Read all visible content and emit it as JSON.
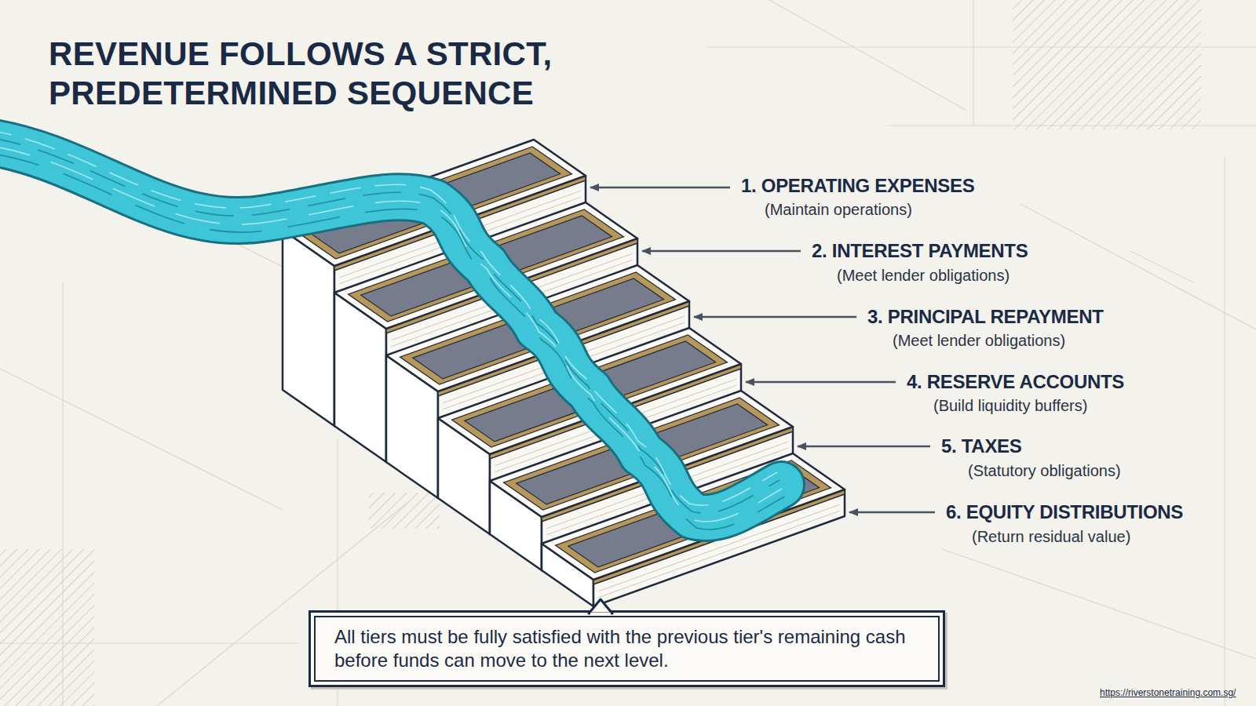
{
  "diagram": {
    "title": "REVENUE FOLLOWS A STRICT, PREDETERMINED SEQUENCE",
    "nodes": [
      {
        "text": [
          "All tiers must be fully satisfied with the previous tier's remaining cash before funds can move to the next level."
        ]
      }
    ],
    "labels": [
      "1. OPERATING EXPENSES",
      "(Maintain operations)",
      "2. INTEREST PAYMENTS",
      "(Meet lender obligations)",
      "3. PRINCIPAL REPAYMENT",
      "(Meet lender obligations)",
      "4. RESERVE ACCOUNTS",
      "(Build liquidity buffers)",
      "5. TAXES",
      "(Statutory obligations)",
      "6. EQUITY DISTRIBUTIONS",
      "(Return residual value)",
      "https://riverstonetraining.com.sg/"
    ]
  }
}
